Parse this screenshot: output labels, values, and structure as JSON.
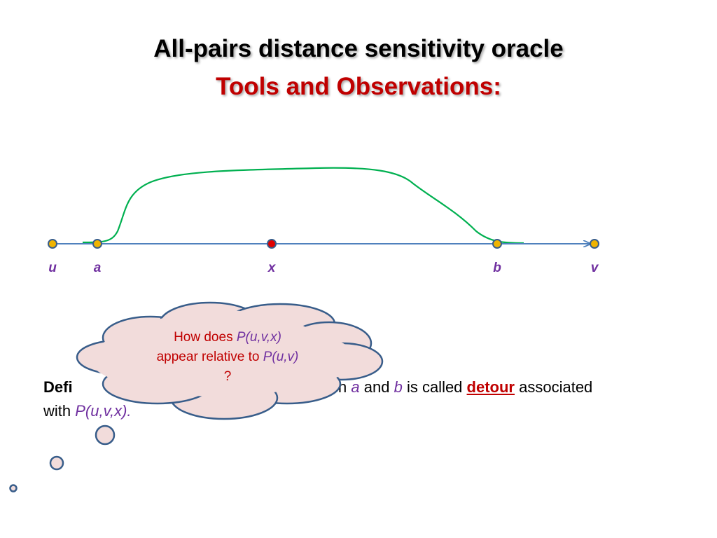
{
  "title": {
    "line1": "All-pairs distance sensitivity oracle",
    "line2": "Tools and Observations:"
  },
  "colors": {
    "title_accent": "#C00000",
    "path_line": "#4F81BD",
    "detour_curve": "#00B050",
    "vertex_fill": "#F0B400",
    "failed_vertex_fill": "#E00000",
    "vertex_stroke": "#385D8A",
    "label_purple": "#7030A0",
    "keyword_red": "#C00000",
    "bubble_fill": "#F2DCDB",
    "bubble_stroke": "#385D8A"
  },
  "diagram": {
    "vertices": [
      {
        "id": "u",
        "label": "u",
        "failed": false
      },
      {
        "id": "a",
        "label": "a",
        "failed": false
      },
      {
        "id": "x",
        "label": "x",
        "failed": true
      },
      {
        "id": "b",
        "label": "b",
        "failed": false
      },
      {
        "id": "v",
        "label": "v",
        "failed": false
      }
    ]
  },
  "definition": {
    "lead": "Defi",
    "t1": "een ",
    "a": "a",
    "t2": " and ",
    "b": "b",
    "t3": " is called ",
    "keyword": "detour",
    "t4": " associated",
    "t5": "with ",
    "path": "P(u,v,x)."
  },
  "bubble": {
    "t1": "How does ",
    "path_x": "P(u,v,x)",
    "t2": "appear relative to ",
    "path": "P(u,v)",
    "t3": "?"
  }
}
